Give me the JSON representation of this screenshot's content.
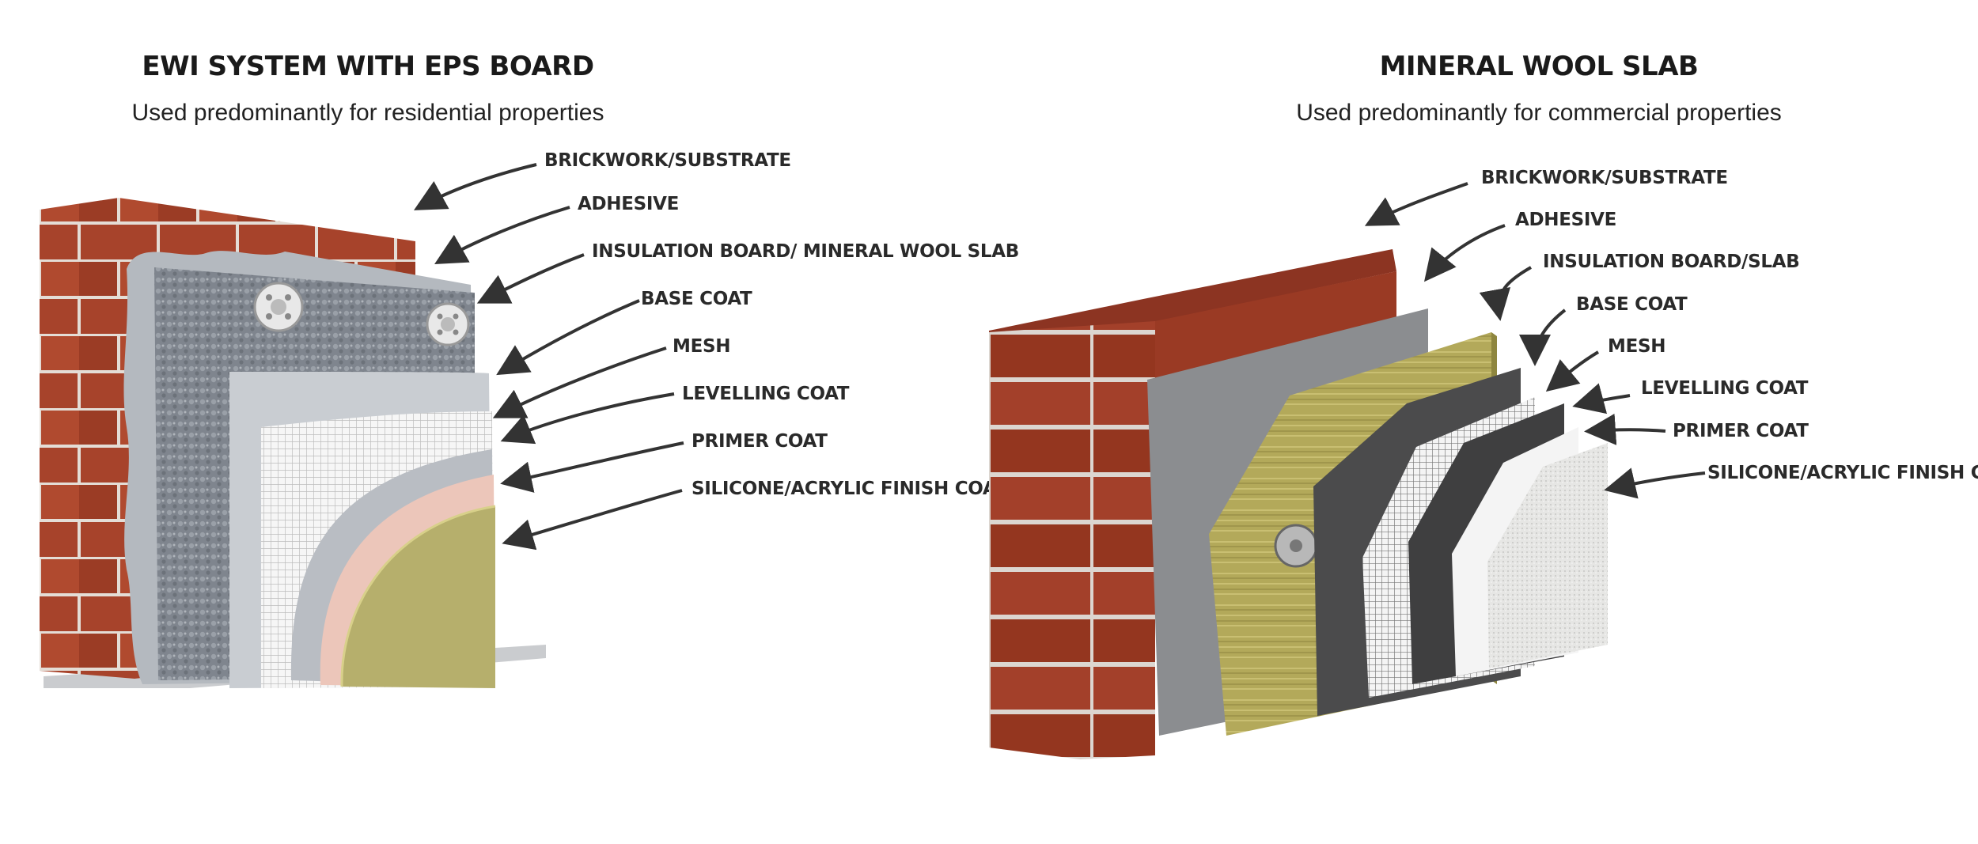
{
  "left": {
    "title": "EWI SYSTEM WITH EPS BOARD",
    "subtitle": "Used predominantly for residential properties",
    "labels": [
      "BRICKWORK/SUBSTRATE",
      "ADHESIVE",
      "INSULATION BOARD/ MINERAL WOOL SLAB",
      "BASE COAT",
      "MESH",
      "LEVELLING COAT",
      "PRIMER COAT",
      "SILICONE/ACRYLIC FINISH COAT"
    ]
  },
  "right": {
    "title": "MINERAL WOOL SLAB",
    "subtitle": "Used predominantly for commercial properties",
    "labels": [
      "BRICKWORK/SUBSTRATE",
      "ADHESIVE",
      "INSULATION BOARD/SLAB",
      "BASE COAT",
      "MESH",
      "LEVELLING COAT",
      "PRIMER COAT",
      "SILICONE/ACRYLIC FINISH COAT"
    ]
  },
  "colors": {
    "brick": "#a8432a",
    "mortar": "#e6e1dc",
    "adhesive": "#b7bcc2",
    "eps": "#8a9099",
    "mesh": "#f2f2f2",
    "primer": "#ecc7bb",
    "finish": "#b9b26d",
    "mineral_wool": "#b5ab5c",
    "base_coat_dark": "#4a4a4a",
    "arrow": "#333333"
  }
}
